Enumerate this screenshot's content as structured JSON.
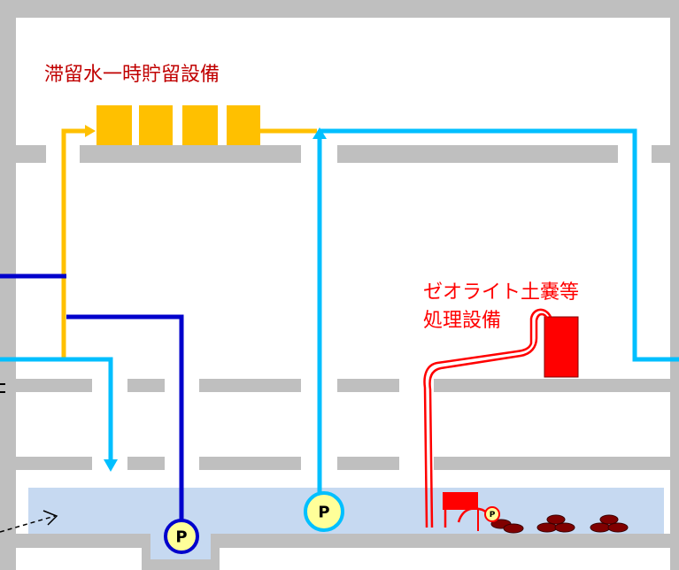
{
  "labels": {
    "tank": "滞留水一時貯留設備",
    "zeolite_line1": "ゼオライト土嚢等",
    "zeolite_line2": "処理設備"
  },
  "pumps": {
    "blue": "P",
    "cyan": "P",
    "red": "P"
  },
  "colors": {
    "wall": "#bfbfbf",
    "water": "#c6d9f1",
    "blue_line": "#0000cc",
    "cyan_line": "#00bfff",
    "orange_line": "#ffc000",
    "red_line": "#ff0000",
    "pump_fill": "#ffff99",
    "sandbag": "#800000"
  }
}
